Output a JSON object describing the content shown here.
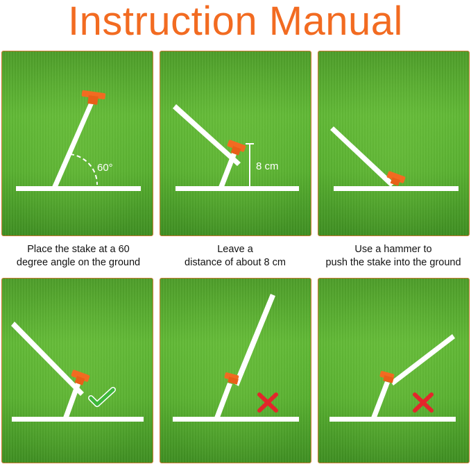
{
  "title": "Instruction Manual",
  "steps": [
    {
      "caption_line1": "Place the stake at a 60",
      "caption_line2": "degree angle on the ground",
      "angle_label": "60°"
    },
    {
      "caption_line1": "Leave a",
      "caption_line2": "distance of about 8 cm",
      "distance_label": "8 cm"
    },
    {
      "caption_line1": "Use a hammer to",
      "caption_line2": "push the stake into the ground"
    }
  ],
  "examples": [
    {
      "mark": "check",
      "mark_icon": "check-icon"
    },
    {
      "mark": "cross",
      "mark_icon": "cross-icon"
    },
    {
      "mark": "cross",
      "mark_icon": "cross-icon"
    }
  ],
  "colors": {
    "title": "#f26b21",
    "stake_head": "#f26b21",
    "grass": "#58b030",
    "check": "#3db83a",
    "cross": "#e3262b"
  }
}
